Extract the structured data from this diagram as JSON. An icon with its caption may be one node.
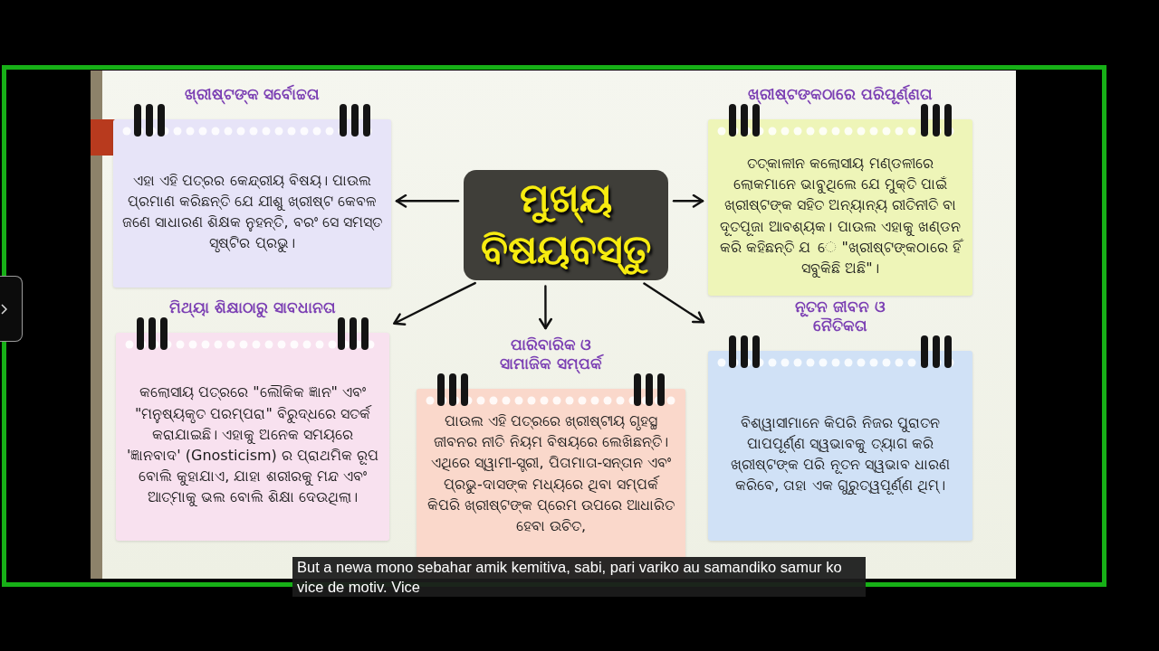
{
  "diagram": {
    "nodes": [
      {
        "text": [
          "ଖ୍ରୀଷ୍ଟଙ୍କ ସର୍ବୋଚ୍ଚତା",
          "ଏହା ଏହି ପତ୍ରର କେନ୍ଦ୍ରୀୟ ବିଷୟ। ପାଉଲ ପ୍ରମାଣ କରିଛନ୍ତି ଯେ ଯୀଶୁ ଖ୍ରୀଷ୍ଟ କେବଳ ଜଣେ ସାଧାରଣ ଶିକ୍ଷକ ନୁହନ୍ତି, ବରଂ ସେ ସମସ୍ତ ସୃଷ୍ଟିର ପ୍ରଭୁ।"
        ]
      },
      {
        "text": [
          "ଖ୍ରୀଷ୍ଟଙ୍କଠାରେ ପରିପୂର୍ଣ୍ଣତା",
          "ତତ୍କାଳୀନ କଲୋସୀୟ ମଣ୍ଡଳୀରେ ଲୋକମାନେ ଭାବୁଥିଲେ ଯେ ମୁକ୍ତି ପାଇଁ ଖ୍ରୀଷ୍ଟଙ୍କ ସହିତ ଅନ୍ୟାନ୍ୟ ରୀତିନୀତି ବା ଦୂତପୂଜା ଆବଶ୍ୟକ। ପାଉଲ ଏହାକୁ ଖଣ୍ଡନ କରି କହିଛନ୍ତି ଯ େ \"ଖ୍ରୀଷ୍ଟଙ୍କଠାରେ ହିଁ ସବୁକିଛି ଅଛି\"।"
        ]
      },
      {
        "text": [
          "ମୁଖ୍ୟ ବିଷୟବସ୍ତୁ"
        ]
      },
      {
        "text": [
          "ମିଥ୍ୟା ଶିକ୍ଷାଠାରୁ ସାବଧାନତା",
          "କଲୋସୀୟ ପତ୍ରରେ \"ଲୌକିକ ଜ୍ଞାନ\" ଏବଂ \"ମନୁଷ୍ୟକୃତ ପରମ୍ପରା\" ବିରୁଦ୍ଧରେ ସତର୍କ କରାଯାଇଛି। ଏହାକୁ ଅନେକ ସମୟରେ 'ଜ୍ଞାନବାଦ' (Gnosticism) ର ପ୍ରାଥମିକ ରୂପ ବୋଲି କୁହାଯାଏ, ଯାହା ଶରୀରକୁ ମନ୍ଦ ଏବଂ ଆତ୍ମାକୁ ଭଲ ବୋଲି ଶିକ୍ଷା ଦେଉଥିଲା।"
        ]
      },
      {
        "text": [
          "ପାରିବାରିକ ଓ ସାମାଜିକ ସମ୍ପର୍କ",
          "ପାଉଲ ଏହି ପତ୍ରରେ ଖ୍ରୀଷ୍ଟୀୟ ଗୃହସ୍ଥ ଜୀବନର ନୀତି ନିୟମ ବିଷୟରେ ଲେଖିଛନ୍ତି। ଏଥିରେ ସ୍ୱାମୀ-ସ୍ତ୍ରୀ, ପିତାମାତା-ସନ୍ତାନ ଏବଂ ପ୍ରଭୁ-ଦାସଙ୍କ ମଧ୍ୟରେ ଥିବା ସମ୍ପର୍କ କିପରି ଖ୍ରୀଷ୍ଟଙ୍କ ପ୍ରେମ ଉପରେ ଆଧାରିତ ହେବା ଉଚିତ,"
        ]
      },
      {
        "text": [
          "ନୂତନ ଜୀବନ ଓ ନୈତିକତା",
          "ବିଶ୍ୱାସୀମାନେ କିପରି ନିଜର ପୁରାତନ ପାପପୂର୍ଣ୍ଣ ସ୍ୱଭାବକୁ ତ୍ୟାଗ କରି ଖ୍ରୀଷ୍ଟଙ୍କ ପରି ନୂତନ ସ୍ୱଭାବ ଧାରଣ କରିବେ, ତାହା ଏକ ଗୁରୁତ୍ୱପୂର୍ଣ୍ଣ ଥିମ୍।"
        ]
      }
    ],
    "edges": [
      {
        "from": 2,
        "to": 0,
        "arrow": "to"
      },
      {
        "from": 2,
        "to": 1,
        "arrow": "to"
      },
      {
        "from": 2,
        "to": 3,
        "arrow": "to"
      },
      {
        "from": 2,
        "to": 4,
        "arrow": "to"
      },
      {
        "from": 2,
        "to": 5,
        "arrow": "to"
      }
    ],
    "labels": [
      "But a newa mono sebahar amik kemitiva, sabi, pari variko au samandiko samur ko vice de motiv. Vice"
    ]
  }
}
